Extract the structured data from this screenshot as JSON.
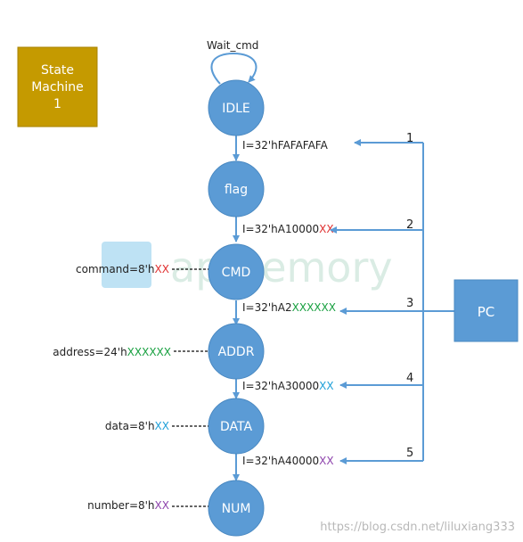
{
  "state_machine_label": [
    "State",
    "Machine",
    "1"
  ],
  "self_loop_label": "Wait_cmd",
  "pc_label": "PC",
  "colors": {
    "node_fill": "#5b9bd5",
    "node_stroke": "#4a89c2",
    "box_fill": "#c59a00",
    "red": "#e03030",
    "green": "#18a040",
    "blue": "#1e9fd8",
    "purple": "#8e44ad",
    "watermark": "#d6ebe2",
    "logo": "#a8d8f0"
  },
  "nodes": [
    {
      "id": "idle",
      "label": "IDLE"
    },
    {
      "id": "flag",
      "label": "flag"
    },
    {
      "id": "cmd",
      "label": "CMD"
    },
    {
      "id": "addr",
      "label": "ADDR"
    },
    {
      "id": "data",
      "label": "DATA"
    },
    {
      "id": "num",
      "label": "NUM"
    }
  ],
  "transitions": [
    {
      "prefix": "I=32'hFAFAFAFA",
      "suffix": "",
      "suffix_color": "",
      "number": "1"
    },
    {
      "prefix": "I=32'hA10000",
      "suffix": "XX",
      "suffix_color": "red",
      "number": "2"
    },
    {
      "prefix": "I=32'hA2",
      "suffix": "XXXXXX",
      "suffix_color": "green",
      "number": "3"
    },
    {
      "prefix": "I=32'hA30000",
      "suffix": "XX",
      "suffix_color": "blue",
      "number": "4"
    },
    {
      "prefix": "I=32'hA40000",
      "suffix": "XX",
      "suffix_color": "purple",
      "number": "5"
    }
  ],
  "outputs": [
    {
      "node": "cmd",
      "prefix": "command=8'h",
      "suffix": "XX",
      "suffix_color": "red"
    },
    {
      "node": "addr",
      "prefix": "address=24'h",
      "suffix": "XXXXXX",
      "suffix_color": "green"
    },
    {
      "node": "data",
      "prefix": "data=8'h",
      "suffix": "XX",
      "suffix_color": "blue"
    },
    {
      "node": "num",
      "prefix": "number=8'h",
      "suffix": "XX",
      "suffix_color": "purple"
    }
  ],
  "watermark": "apmemory",
  "source_url": "https://blog.csdn.net/liluxiang333"
}
